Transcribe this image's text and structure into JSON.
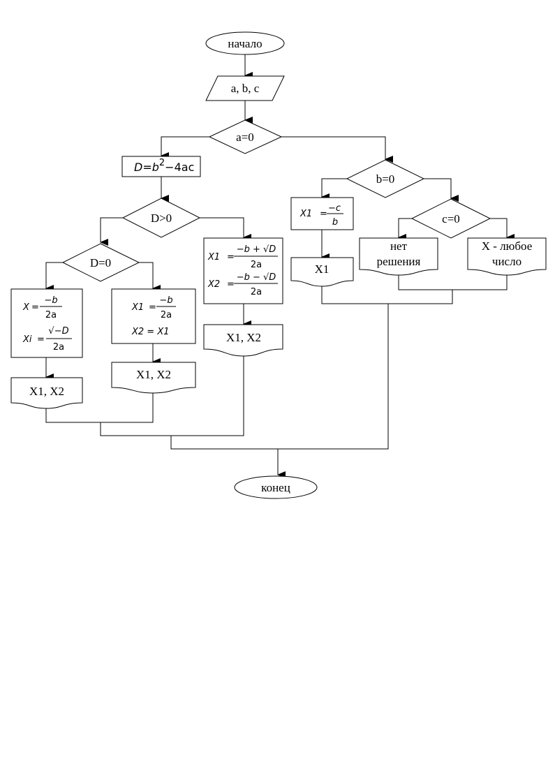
{
  "nodes": {
    "start": "начало",
    "input": "a, b, c",
    "cond_a": "a=0",
    "disc": {
      "lhs": "D",
      "eq": "=",
      "b": "b",
      "sup": "2",
      "rest": "−4ac"
    },
    "cond_b": "b=0",
    "cond_dpos": "D>0",
    "x1_linear": {
      "lhs": "X1",
      "num": "−c",
      "den": "b"
    },
    "cond_c": "c=0",
    "no_solution": [
      "нет",
      "решения"
    ],
    "any_number": [
      "X - любое",
      "число"
    ],
    "cond_dzero": "D=0",
    "complex_roots": {
      "x_lhs": "X",
      "x_num": "−b",
      "x_den": "2a",
      "xi_lhs": "Xi",
      "xi_num": "√−D",
      "xi_den": "2a"
    },
    "double_root": {
      "x1_lhs": "X1",
      "x1_num": "−b",
      "x1_den": "2a",
      "x2_text": "X2 = X1"
    },
    "two_roots": {
      "x1_lhs": "X1",
      "x1_num": "−b + √D",
      "x1_den": "2a",
      "x2_lhs": "X2",
      "x2_num": "−b − √D",
      "x2_den": "2a"
    },
    "out_x1": "X1",
    "out_complex": "X1, X2",
    "out_double": "X1, X2",
    "out_two": "X1, X2",
    "end": "конец"
  }
}
